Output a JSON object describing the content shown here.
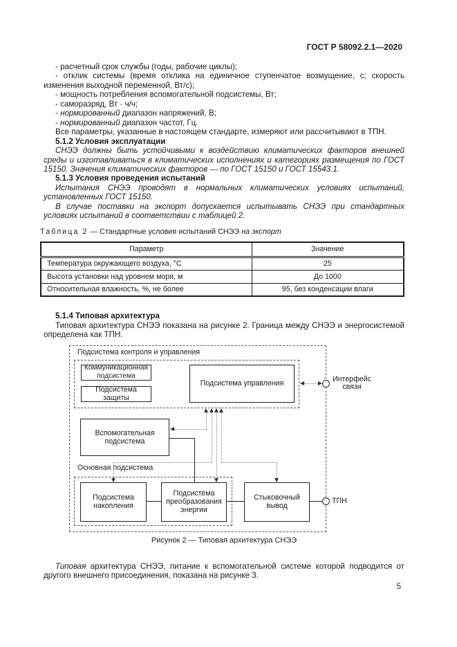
{
  "page": {
    "header": "ГОСТ Р 58092.2.1—2020",
    "number": "5"
  },
  "accent_colors": {
    "text": "#1b1b1b",
    "lines": "#777777"
  },
  "bullets": [
    [
      {
        "t": "- расчетный срок службы (годы, рабочие циклы);"
      }
    ],
    [
      {
        "t": "- отклик системы (время отклика на единичное ступенчатое возмущение, с; скорость изменения выходной переменной, Вт/с);"
      }
    ],
    [
      {
        "t": "- мощность потребления вспомогательной подсистемы, Вт;"
      }
    ],
    [
      {
        "t": "- саморазряд, Вт · ч/ч;"
      }
    ],
    [
      {
        "t": "- "
      },
      {
        "i": true,
        "t": "нормированный"
      },
      {
        "t": " диапазон напряжений, В;"
      }
    ],
    [
      {
        "t": "- "
      },
      {
        "i": true,
        "t": "нормированный"
      },
      {
        "t": " диапазон частот, Гц."
      }
    ]
  ],
  "paragraphs": {
    "all_params": "Все параметры, указанные в настоящем стандарте, измеряют или рассчитывают в ТПН.",
    "s512_title": "5.1.2 Условия эксплуатации",
    "s512_body": "СНЭЭ должны быть устойчивыми к воздействию климатических факторов внешней среды и изготавливаться в климатических исполнениях и категориях размещения по ГОСТ 15150. Значения климатических факторов — по ГОСТ 15150 и ГОСТ 15543.1.",
    "s513_title": "5.1.3 Условия проведения испытаний",
    "s513_body1": "Испытания СНЭЭ проводят в нормальных климатических условиях испытаний, установленных ГОСТ 15150.",
    "s513_body2": "В случае поставки на экспорт допускается испытывать СНЭЭ при стандартных условиях испытаний в соответствии с таблицей 2.",
    "s514_title": "5.1.4 Типовая архитектура",
    "s514_body": "Типовая архитектура СНЭЭ показана на рисунке 2. Граница между СНЭЭ и энергосистемой определена как ТПН."
  },
  "closing_parts": [
    {
      "i": true,
      "t": "Типовая"
    },
    {
      "t": " архитектура СНЭЭ, питание к вспомогательной системе которой подводится от другого внешнего присоединения, показана на рисунке 3."
    }
  ],
  "table": {
    "caption_label": "Таблица 2",
    "caption_dash": "—",
    "caption_text": "Стандартные условия испытаний СНЭЭ",
    "caption_italic": "на экспорт",
    "columns": [
      "Параметр",
      "Значение"
    ],
    "rows": [
      {
        "param": "Температура окружающего воздуха, °С",
        "value": "25"
      },
      {
        "param": "Высота установки над уровнем моря, м",
        "value": "До 1000"
      },
      {
        "param": "Относительная влажность, %, не более",
        "value": "95, без конденсации влаги"
      }
    ]
  },
  "figure": {
    "caption": "Рисунок 2 — Типовая архитектура СНЭЭ",
    "labels": {
      "control_group": "Подсистема контроля и управления",
      "comm": "Коммуникационная подсистема",
      "protection": "Подсистема защиты",
      "control": "Подсистема управления",
      "iface": "Интерфейс связи",
      "aux": "Вспомогательная подсистема",
      "main_group": "Основная подсистема",
      "storage": "Подсистема накопления",
      "conversion": "Подсистема преобразования энергии",
      "dock": "Стыковочный вывод",
      "tpn": "ТПН"
    }
  }
}
